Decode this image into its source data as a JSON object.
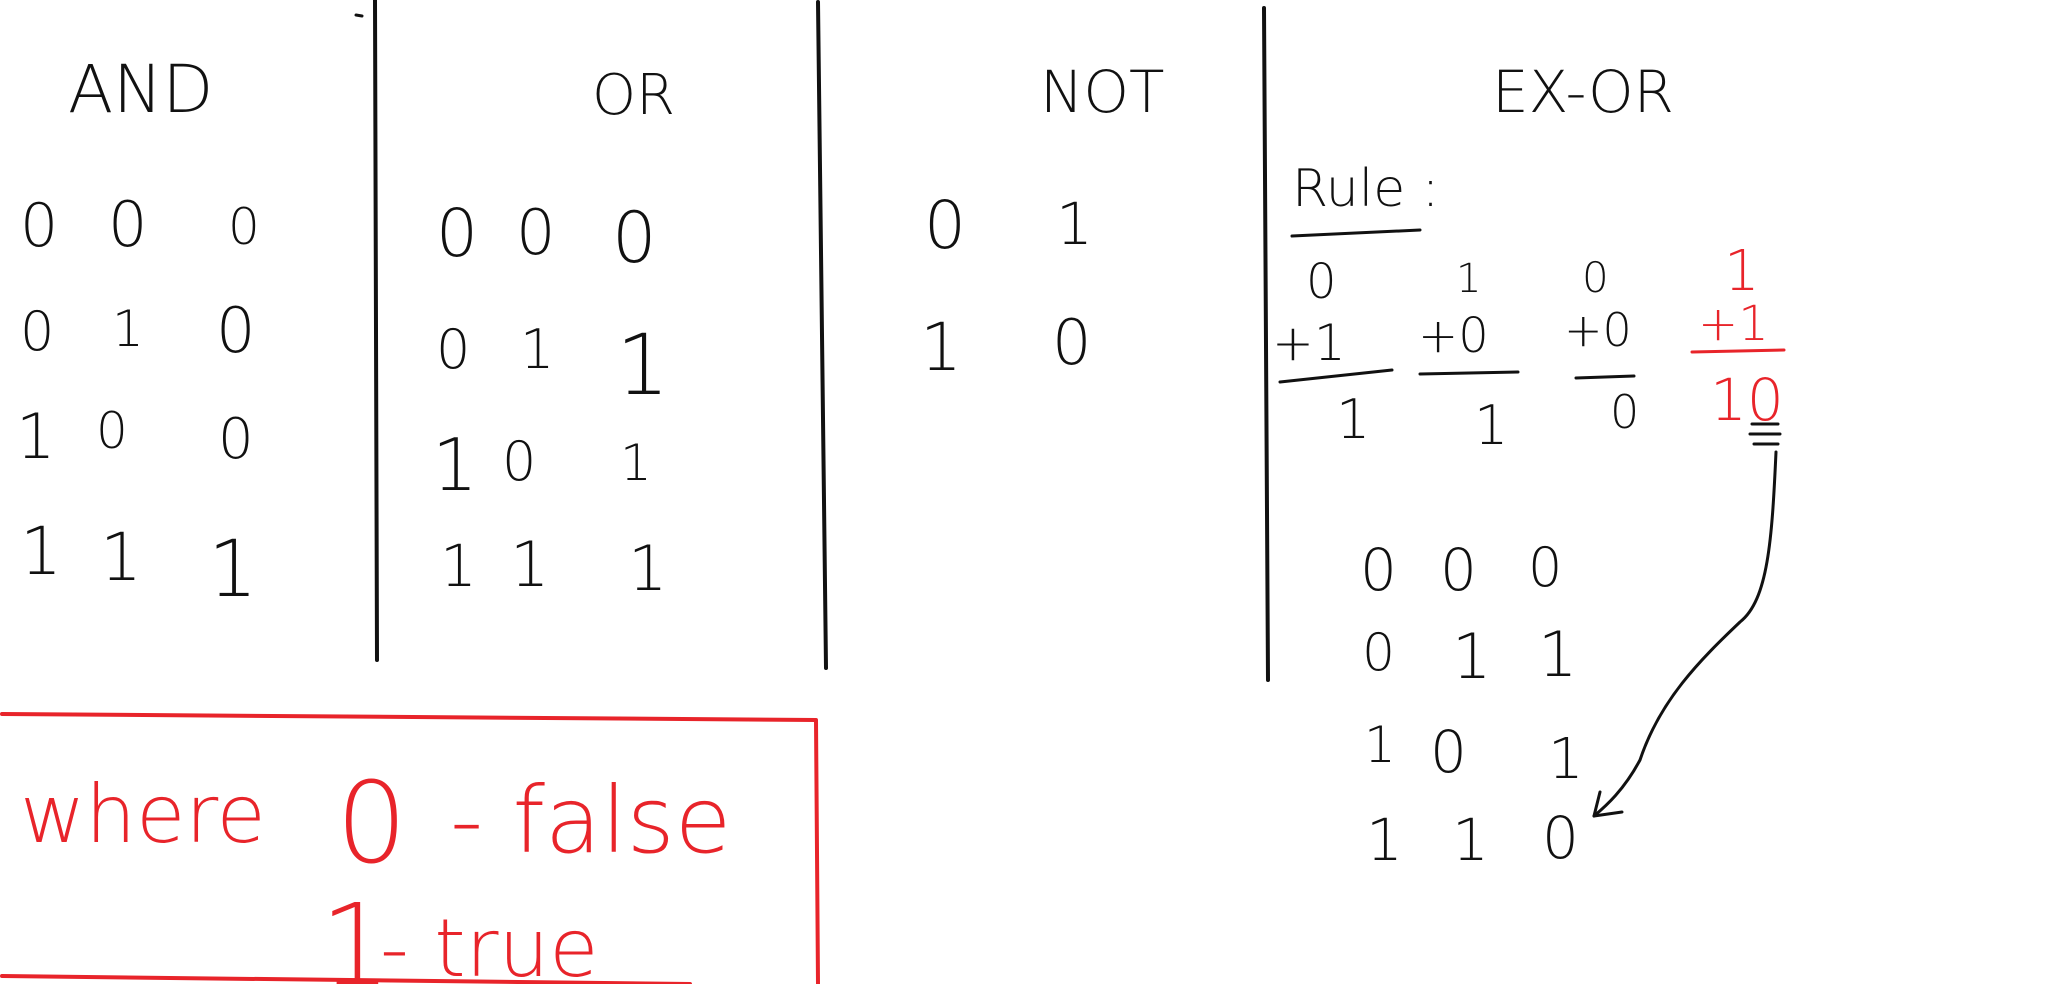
{
  "colors": {
    "ink": "#111111",
    "accent": "#e8242a",
    "background": "#ffffff"
  },
  "gates": {
    "and": {
      "title": "AND",
      "rows": [
        [
          "0",
          "0",
          "0"
        ],
        [
          "0",
          "1",
          "0"
        ],
        [
          "1",
          "0",
          "0"
        ],
        [
          "1",
          "1",
          "1"
        ]
      ]
    },
    "or": {
      "title": "OR",
      "rows": [
        [
          "0",
          "0",
          "0"
        ],
        [
          "0",
          "1",
          "1"
        ],
        [
          "1",
          "0",
          "1"
        ],
        [
          "1",
          "1",
          "1"
        ]
      ]
    },
    "not": {
      "title": "NOT",
      "rows": [
        [
          "0",
          "1"
        ],
        [
          "1",
          "0"
        ]
      ]
    },
    "exor": {
      "title": "EX-OR",
      "rule_label": "Rule :",
      "rule_sums": [
        {
          "top": "0",
          "add": "+1",
          "result": "1",
          "highlight": false
        },
        {
          "top": "1",
          "add": "+0",
          "result": "1",
          "highlight": false
        },
        {
          "top": "0",
          "add": "+0",
          "result": "0",
          "highlight": false
        },
        {
          "top": "1",
          "add": "+1",
          "result": "10",
          "highlight": true
        }
      ],
      "rows": [
        [
          "0",
          "0",
          "0"
        ],
        [
          "0",
          "1",
          "1"
        ],
        [
          "1",
          "0",
          "1"
        ],
        [
          "1",
          "1",
          "0"
        ]
      ]
    }
  },
  "legend": {
    "where": "where",
    "items": [
      {
        "symbol": "0",
        "meaning": "- false"
      },
      {
        "symbol": "1",
        "meaning": "- true"
      }
    ]
  }
}
